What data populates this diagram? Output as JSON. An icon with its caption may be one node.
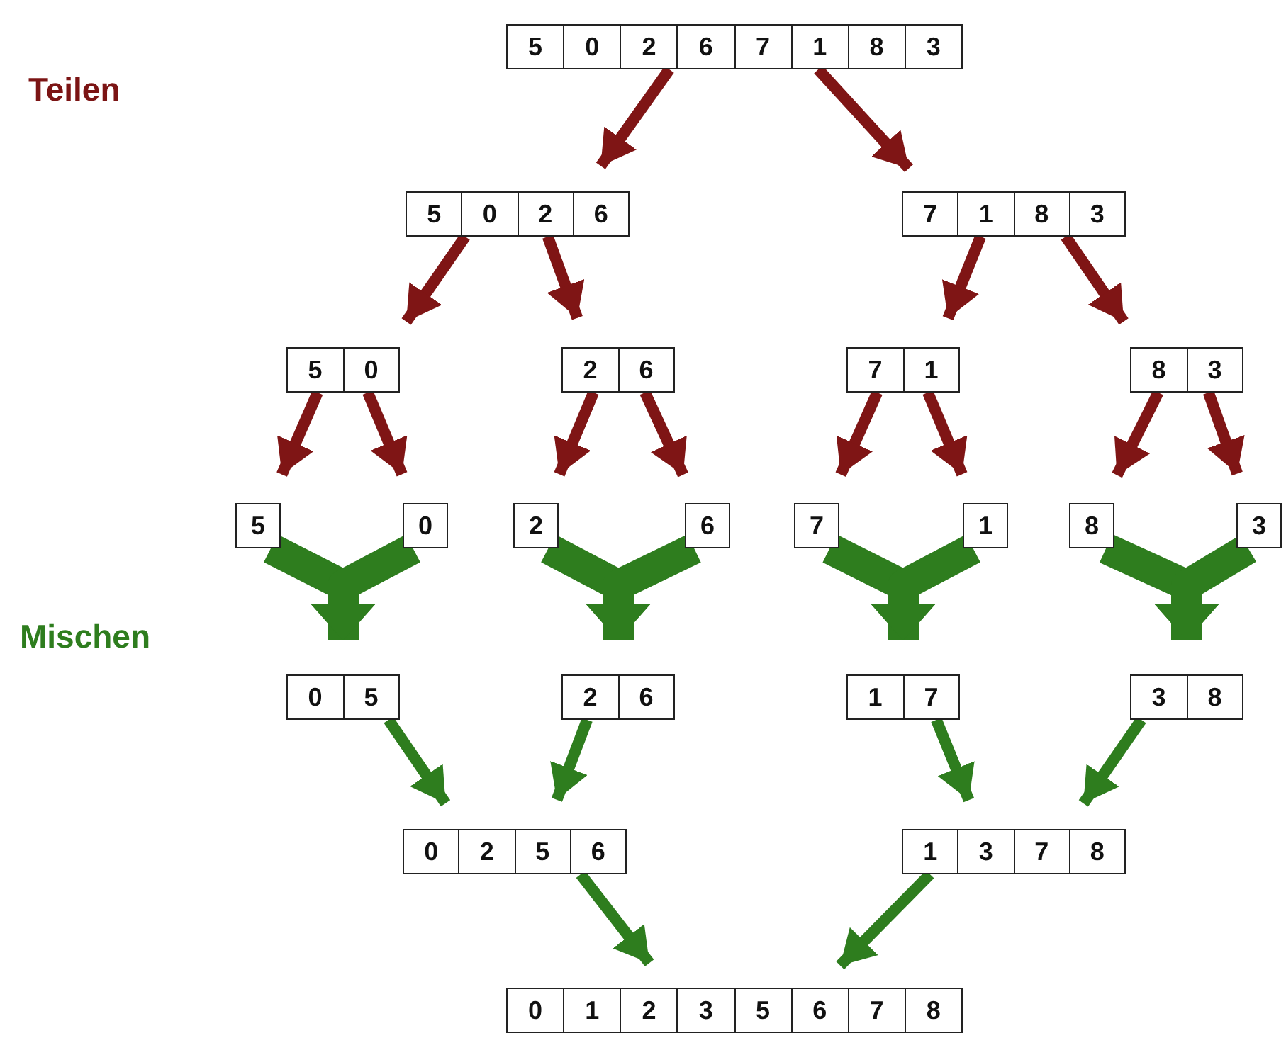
{
  "diagram": {
    "nodes": [
      {
        "text": [
          "5",
          "0",
          "2",
          "6",
          "7",
          "1",
          "8",
          "3"
        ]
      },
      {
        "text": [
          "5",
          "0",
          "2",
          "6"
        ]
      },
      {
        "text": [
          "7",
          "1",
          "8",
          "3"
        ]
      },
      {
        "text": [
          "5",
          "0"
        ]
      },
      {
        "text": [
          "2",
          "6"
        ]
      },
      {
        "text": [
          "7",
          "1"
        ]
      },
      {
        "text": [
          "8",
          "3"
        ]
      },
      {
        "text": [
          "5"
        ]
      },
      {
        "text": [
          "0"
        ]
      },
      {
        "text": [
          "2"
        ]
      },
      {
        "text": [
          "6"
        ]
      },
      {
        "text": [
          "7"
        ]
      },
      {
        "text": [
          "1"
        ]
      },
      {
        "text": [
          "8"
        ]
      },
      {
        "text": [
          "3"
        ]
      },
      {
        "text": [
          "0",
          "5"
        ]
      },
      {
        "text": [
          "2",
          "6"
        ]
      },
      {
        "text": [
          "1",
          "7"
        ]
      },
      {
        "text": [
          "3",
          "8"
        ]
      },
      {
        "text": [
          "0",
          "2",
          "5",
          "6"
        ]
      },
      {
        "text": [
          "1",
          "3",
          "7",
          "8"
        ]
      },
      {
        "text": [
          "0",
          "1",
          "2",
          "3",
          "5",
          "6",
          "7",
          "8"
        ]
      }
    ],
    "edges": [
      {
        "from": 0,
        "to": 1,
        "arrow": "to"
      },
      {
        "from": 0,
        "to": 2,
        "arrow": "to"
      },
      {
        "from": 1,
        "to": 3,
        "arrow": "to"
      },
      {
        "from": 1,
        "to": 4,
        "arrow": "to"
      },
      {
        "from": 2,
        "to": 5,
        "arrow": "to"
      },
      {
        "from": 2,
        "to": 6,
        "arrow": "to"
      },
      {
        "from": 3,
        "to": 7,
        "arrow": "to"
      },
      {
        "from": 3,
        "to": 8,
        "arrow": "to"
      },
      {
        "from": 4,
        "to": 9,
        "arrow": "to"
      },
      {
        "from": 4,
        "to": 10,
        "arrow": "to"
      },
      {
        "from": 5,
        "to": 11,
        "arrow": "to"
      },
      {
        "from": 5,
        "to": 12,
        "arrow": "to"
      },
      {
        "from": 6,
        "to": 13,
        "arrow": "to"
      },
      {
        "from": 6,
        "to": 14,
        "arrow": "to"
      },
      {
        "from": 7,
        "to": 15,
        "arrow": "to",
        "style": "thick",
        "color": "#2e7d1e"
      },
      {
        "from": 8,
        "to": 15,
        "arrow": "to",
        "style": "thick",
        "color": "#2e7d1e"
      },
      {
        "from": 9,
        "to": 16,
        "arrow": "to",
        "style": "thick",
        "color": "#2e7d1e"
      },
      {
        "from": 10,
        "to": 16,
        "arrow": "to",
        "style": "thick",
        "color": "#2e7d1e"
      },
      {
        "from": 11,
        "to": 17,
        "arrow": "to",
        "style": "thick",
        "color": "#2e7d1e"
      },
      {
        "from": 12,
        "to": 17,
        "arrow": "to",
        "style": "thick",
        "color": "#2e7d1e"
      },
      {
        "from": 13,
        "to": 18,
        "arrow": "to",
        "style": "thick",
        "color": "#2e7d1e"
      },
      {
        "from": 14,
        "to": 18,
        "arrow": "to",
        "style": "thick",
        "color": "#2e7d1e"
      },
      {
        "from": 15,
        "to": 19,
        "arrow": "to",
        "color": "#2e7d1e"
      },
      {
        "from": 16,
        "to": 19,
        "arrow": "to",
        "color": "#2e7d1e"
      },
      {
        "from": 17,
        "to": 20,
        "arrow": "to",
        "color": "#2e7d1e"
      },
      {
        "from": 18,
        "to": 20,
        "arrow": "to",
        "color": "#2e7d1e"
      },
      {
        "from": 19,
        "to": 21,
        "arrow": "to",
        "color": "#2e7d1e"
      },
      {
        "from": 20,
        "to": 21,
        "arrow": "to",
        "color": "#2e7d1e"
      }
    ],
    "labels": [
      "Teilen",
      "Mischen"
    ]
  }
}
